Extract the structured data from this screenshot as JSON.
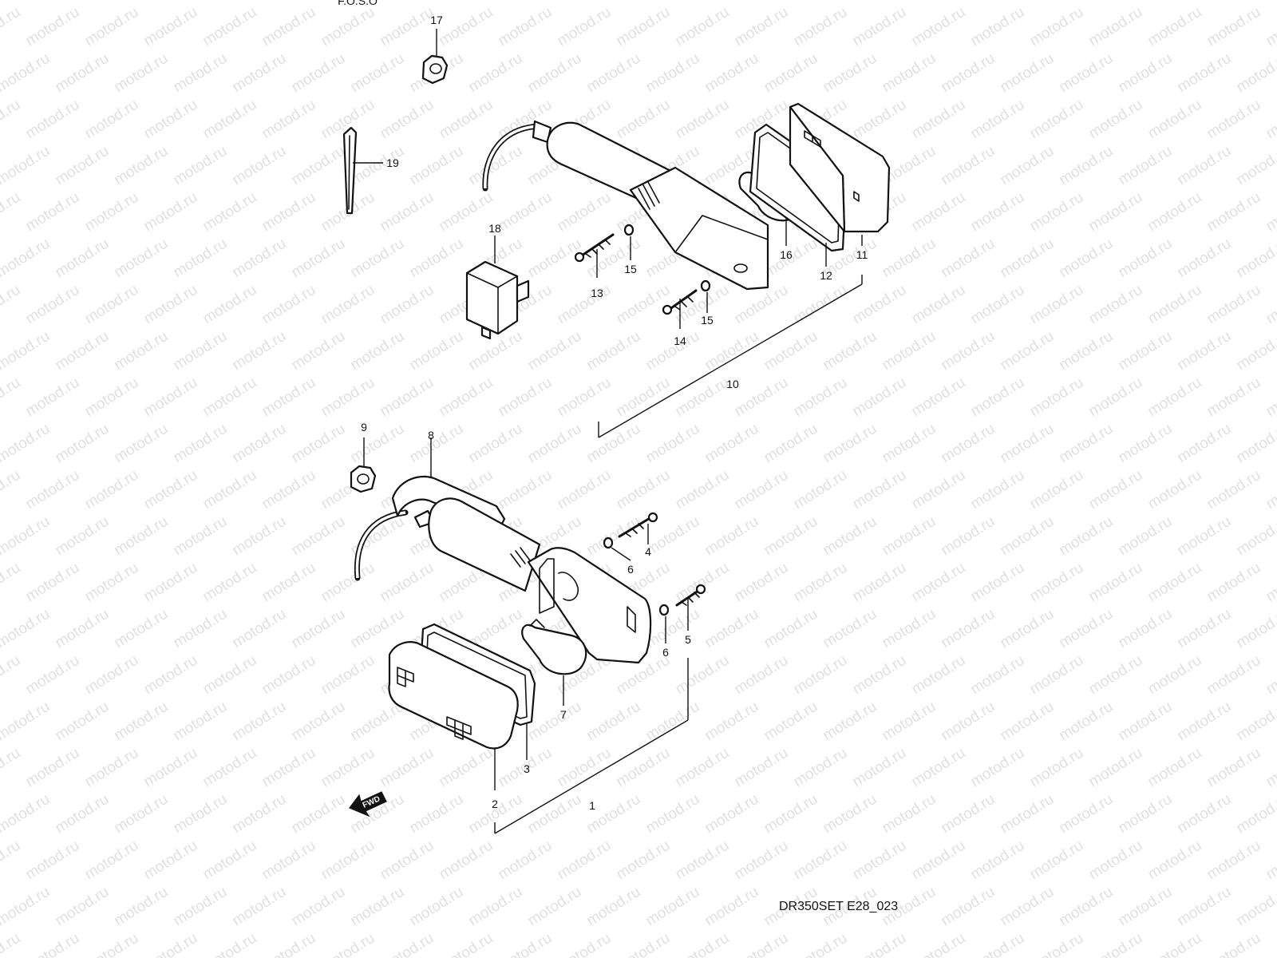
{
  "watermark_text": "motod.ru",
  "header_fragment": "F.O.S.O",
  "drawing_code": "DR350SET E28_023",
  "fwd_label": "FWD",
  "callouts": {
    "p1": "1",
    "p2": "2",
    "p3": "3",
    "p4": "4",
    "p5": "5",
    "p6a": "6",
    "p6b": "6",
    "p7": "7",
    "p8": "8",
    "p9": "9",
    "p10": "10",
    "p11": "11",
    "p12": "12",
    "p13": "13",
    "p14": "14",
    "p15a": "15",
    "p15b": "15",
    "p16": "16",
    "p17": "17",
    "p18": "18",
    "p19": "19"
  }
}
